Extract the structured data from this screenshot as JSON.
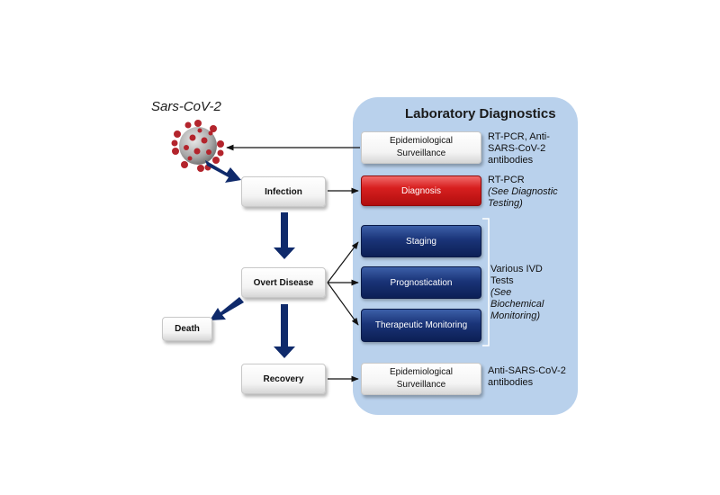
{
  "virus_label": "Sars-CoV-2",
  "panel_title": "Laboratory Diagnostics",
  "flow": {
    "infection": "Infection",
    "overt_disease": "Overt Disease",
    "death": "Death",
    "recovery": "Recovery"
  },
  "lab_boxes": {
    "epi_top": {
      "line1": "Epidemiological",
      "line2": "Surveillance"
    },
    "diagnosis": "Diagnosis",
    "staging": "Staging",
    "prognostication": "Prognostication",
    "therapeutic": "Therapeutic Monitoring",
    "epi_bottom": {
      "line1": "Epidemiological",
      "line2": "Surveillance"
    }
  },
  "notes": {
    "epi_top": [
      "RT-PCR, Anti-",
      "SARS-CoV-2",
      "antibodies"
    ],
    "diagnosis": {
      "line1": "RT-PCR",
      "line2": "(See Diagnostic",
      "line3": "Testing)"
    },
    "ivd": {
      "line1": "Various IVD",
      "line2": "Tests",
      "line3": "(See",
      "line4": "Biochemical",
      "line5": "Monitoring)"
    },
    "epi_bottom": [
      "Anti-SARS-CoV-2",
      "antibodies"
    ]
  },
  "colors": {
    "panel": "#b9d1ec",
    "flow_arrow": "#0f2a6b",
    "diagnosis_box": "#d81f1f",
    "ivd_box": "#1a3478"
  }
}
